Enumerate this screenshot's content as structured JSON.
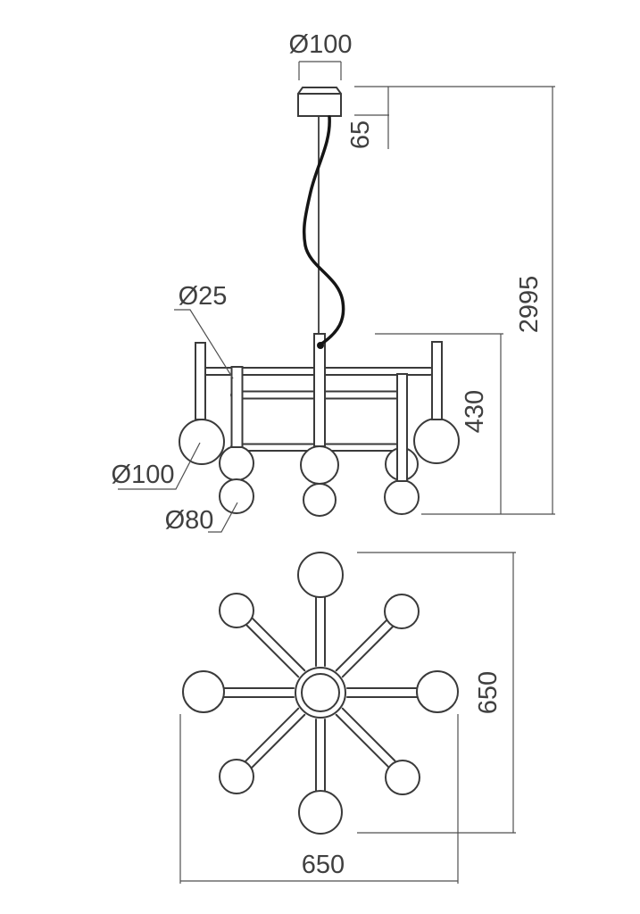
{
  "drawing": {
    "type": "technical-dimension-drawing",
    "subject": "8-arm sphere chandelier, side view and plan view",
    "colors": {
      "line": "#3a3a3a",
      "dimension": "#4f4f4f",
      "cable": "#151515",
      "background": "#ffffff"
    },
    "labels": {
      "canopy_diameter": "Ø100",
      "canopy_height": "65",
      "overall_height": "2995",
      "arm_tube_diameter": "Ø25",
      "body_height": "430",
      "large_sphere_diameter": "Ø100",
      "small_sphere_diameter": "Ø80",
      "plan_height": "650",
      "plan_width": "650"
    }
  }
}
